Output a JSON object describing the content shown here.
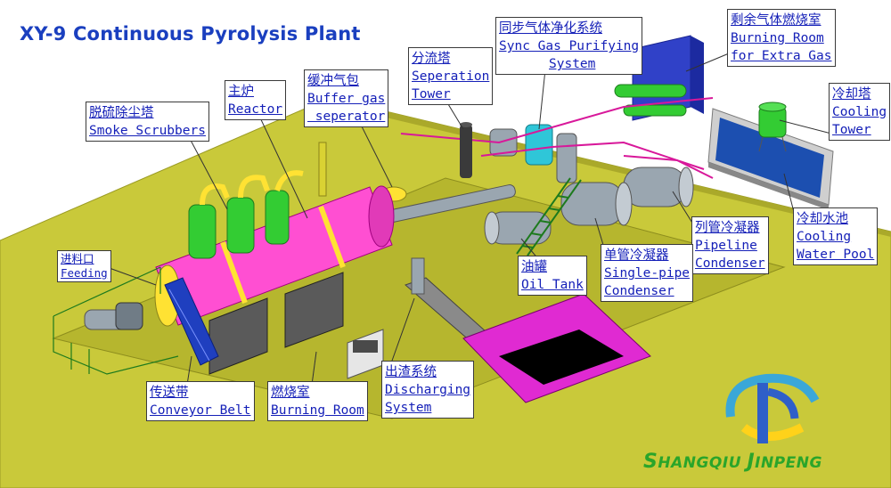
{
  "title": "XY-9 Continuous Pyrolysis Plant",
  "labels": {
    "burning_room_extra_gas": {
      "zh": "剩余气体燃烧室",
      "en1": "Burning Room",
      "en2": "for Extra Gas"
    },
    "sync_gas": {
      "zh": "同步气体净化系统",
      "en1": "Sync Gas Purifying",
      "en2": "System"
    },
    "separation_tower": {
      "zh": "分流塔",
      "en1": "Seperation",
      "en2": "Tower"
    },
    "buffer_gas": {
      "zh": "缓冲气包",
      "en1": "Buffer gas",
      "en2": " seperator"
    },
    "reactor": {
      "zh": "主炉",
      "en1": "Reactor"
    },
    "smoke_scrubbers": {
      "zh": "脱硫除尘塔",
      "en1": "Smoke Scrubbers"
    },
    "cooling_tower": {
      "zh": "冷却塔",
      "en1": "Cooling",
      "en2": "Tower"
    },
    "cooling_water_pool": {
      "zh": "冷却水池",
      "en1": "Cooling",
      "en2": "Water Pool"
    },
    "pipeline_condenser": {
      "zh": "列管冷凝器",
      "en1": "Pipeline",
      "en2": "Condenser"
    },
    "single_pipe_condenser": {
      "zh": "单管冷凝器",
      "en1": "Single-pipe",
      "en2": "Condenser"
    },
    "oil_tank": {
      "zh": "油罐",
      "en1": "Oil Tank"
    },
    "feeding": {
      "zh": "进料口",
      "en1": "Feeding"
    },
    "conveyor_belt": {
      "zh": "传送带",
      "en1": "Conveyor Belt"
    },
    "burning_room": {
      "zh": "燃烧室",
      "en1": "Burning Room"
    },
    "discharging_system": {
      "zh": "出渣系统",
      "en1": "Discharging",
      "en2": "System"
    }
  },
  "logo": {
    "s": "S",
    "hangqiu": "HANGQIU ",
    "j": "J",
    "inpeng": "INPENG"
  },
  "colors": {
    "ground": "#c9c93a",
    "platform": "#9fa02b",
    "reactor_shell": "#ff4fd2",
    "reactor_ring": "#ffe233",
    "equipment_green": "#33cc33",
    "steel_gray": "#9aa6b0",
    "pipe_magenta": "#d8189a",
    "pit_magenta": "#e02ad2",
    "water_blue": "#1c4fb0",
    "label_blue": "#1520b8",
    "title_blue": "#1a3fbf",
    "logo_green": "#2aa52a"
  }
}
